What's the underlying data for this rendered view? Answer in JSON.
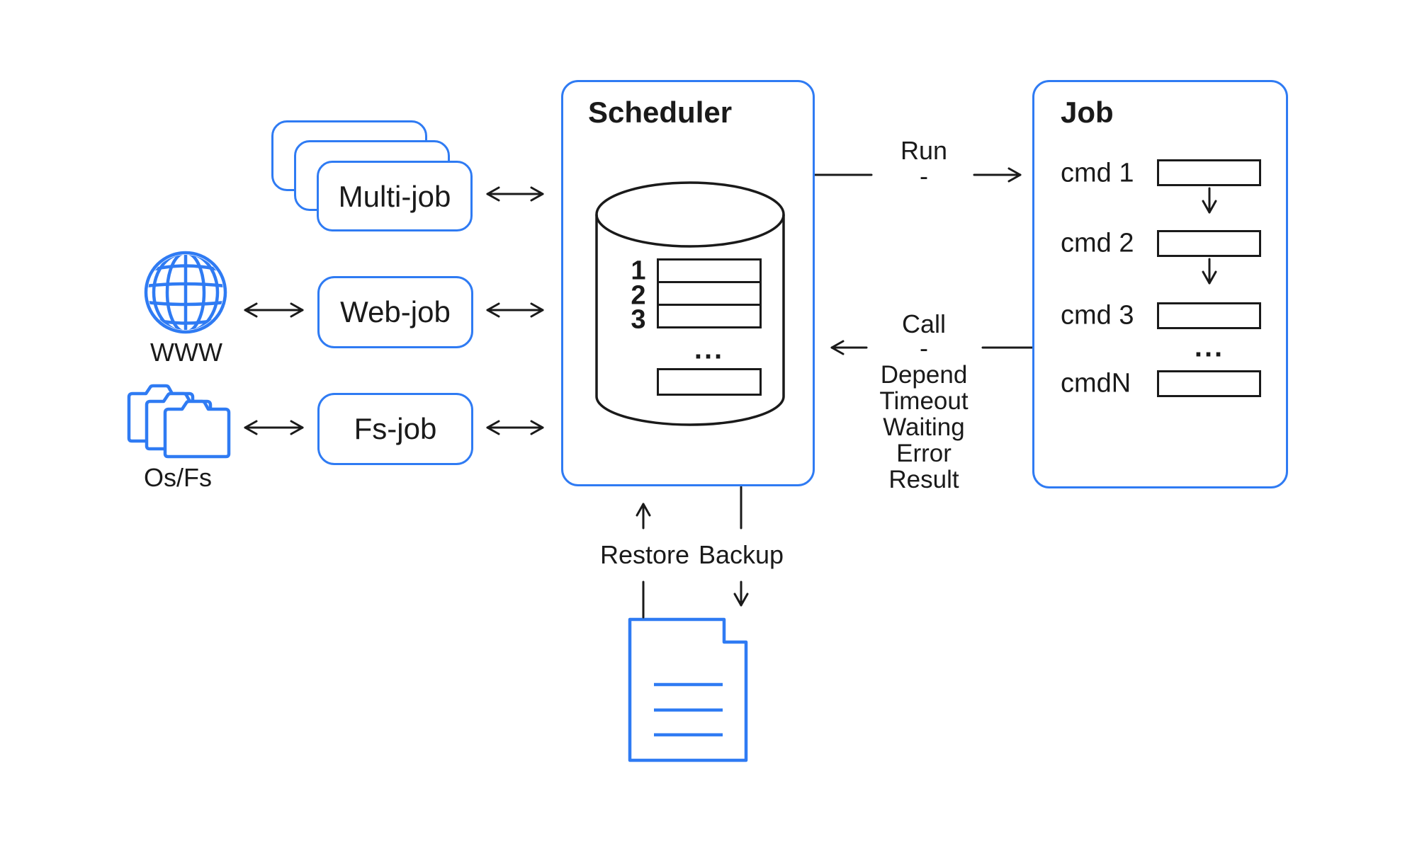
{
  "colors": {
    "accent": "#2F7BF3",
    "ink": "#1A1A1A"
  },
  "scheduler": {
    "title": "Scheduler",
    "queue": {
      "positions": [
        "1",
        "2",
        "3"
      ],
      "ellipsis": "..."
    }
  },
  "job": {
    "title": "Job",
    "cmds": [
      "cmd 1",
      "cmd 2",
      "cmd 3"
    ],
    "ellipsis": "...",
    "cmd_last": "cmdN"
  },
  "sources": {
    "multi_job": "Multi-job",
    "web_job": "Web-job",
    "fs_job": "Fs-job",
    "www": "WWW",
    "os_fs": "Os/Fs"
  },
  "run": {
    "label": "Run",
    "dash": "-"
  },
  "call": {
    "label": "Call",
    "dash": "-",
    "statuses": [
      "Depend",
      "Timeout",
      "Waiting",
      "Error",
      "Result"
    ]
  },
  "persistence": {
    "restore": "Restore",
    "backup": "Backup"
  }
}
